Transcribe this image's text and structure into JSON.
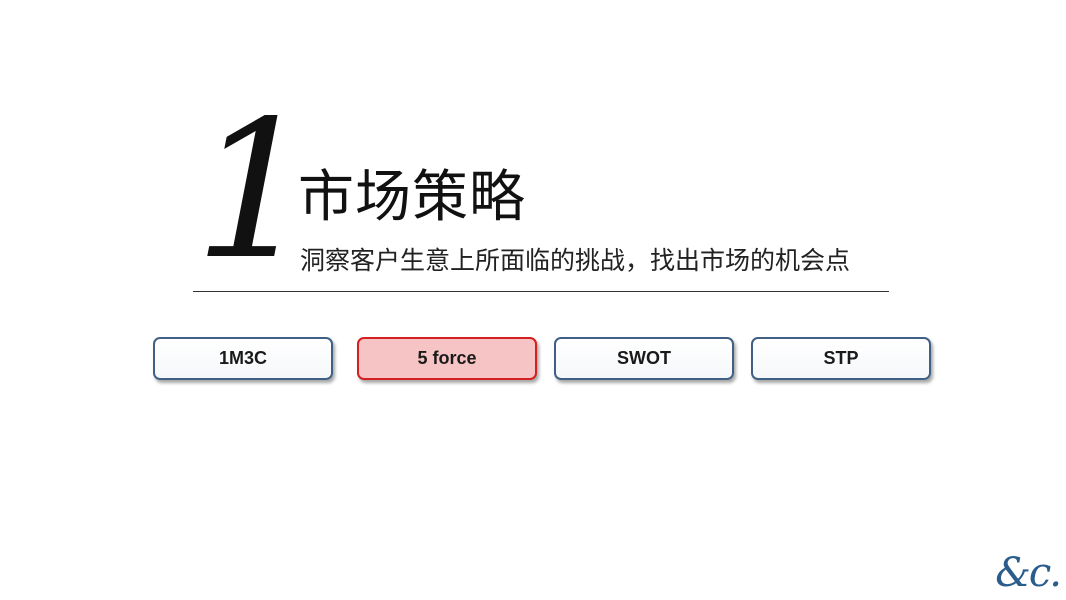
{
  "slide": {
    "number": "1",
    "title": "市场策略",
    "subtitle": "洞察客户生意上所面临的挑战，找出市场的机会点"
  },
  "tabs": [
    {
      "label": "1M3C",
      "active": false
    },
    {
      "label": "5 force",
      "active": true
    },
    {
      "label": "SWOT",
      "active": false
    },
    {
      "label": "STP",
      "active": false
    }
  ],
  "colors": {
    "tab_border": "#3f5f85",
    "active_border": "#d42020",
    "active_fill": "#f6c4c4",
    "logo": "#2b5d8c"
  },
  "logo": {
    "text": "&c."
  }
}
